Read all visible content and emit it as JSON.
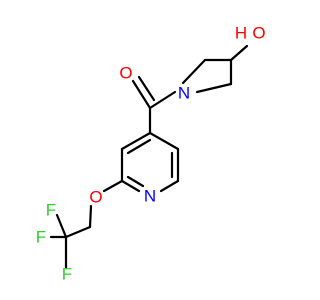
{
  "molecule": {
    "atoms": {
      "hydroxyl_h": "H",
      "hydroxyl_o": "O",
      "carbonyl_o": "O",
      "azetidine_n": "N",
      "pyridine_n": "N",
      "ether_o": "O",
      "fluorine_1": "F",
      "fluorine_2": "F",
      "fluorine_3": "F"
    },
    "colors": {
      "oxygen": "#ff0000",
      "nitrogen": "#0000ff",
      "fluorine": "#33cc33",
      "bond": "#000000",
      "background": "#ffffff"
    }
  }
}
